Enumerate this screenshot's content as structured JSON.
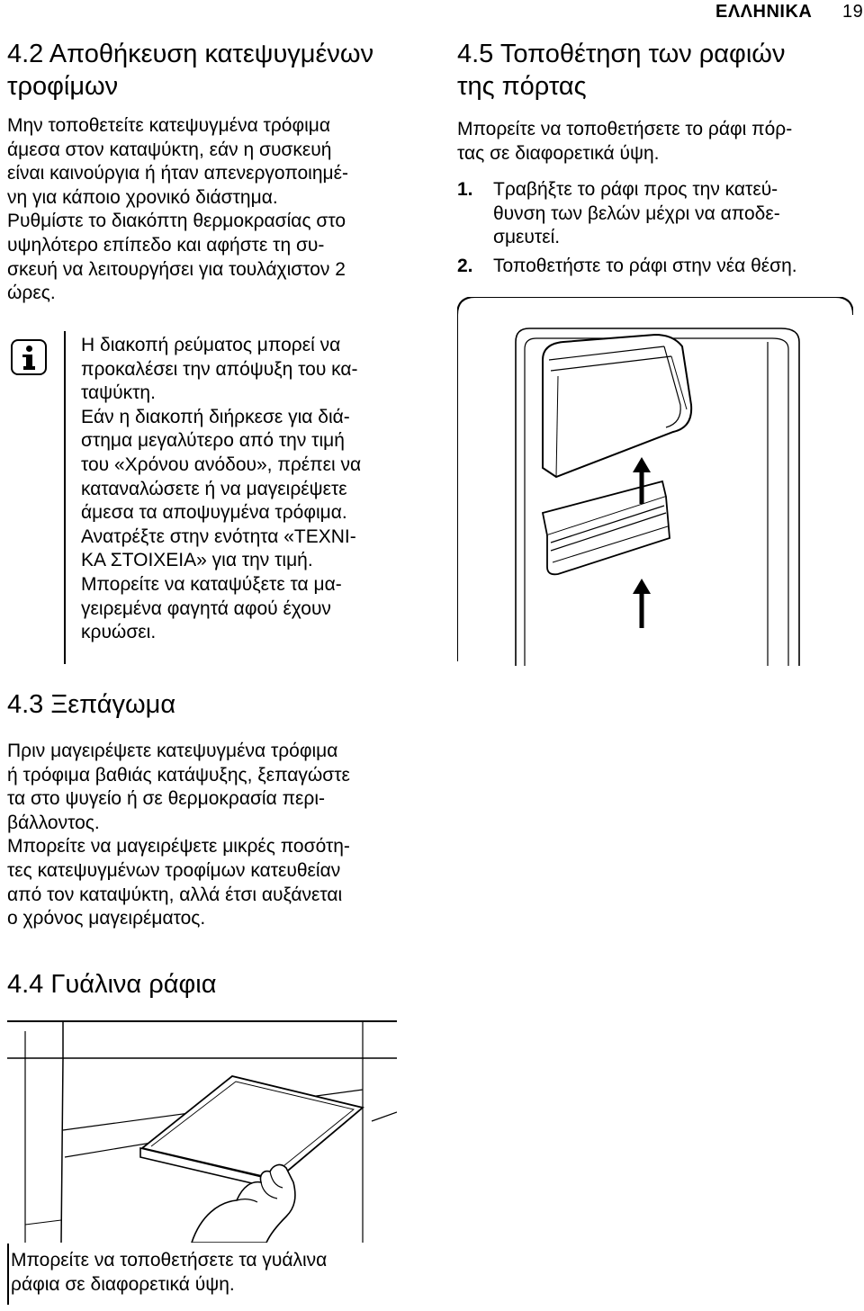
{
  "header": {
    "section": "ΕΛΛΗΝΙΚΑ",
    "page_number": "19"
  },
  "s42": {
    "title": [
      "4.2 Αποθήκευση κατεψυγμένων",
      "τροφίμων"
    ],
    "body": [
      "Μην τοποθετείτε κατεψυγμένα τρόφιμα",
      "άμεσα στον καταψύκτη, εάν η συσκευή",
      "είναι καινούργια ή ήταν απενεργοποιημέ-",
      "νη για κάποιο χρονικό διάστημα.",
      "Ρυθμίστε το διακόπτη θερμοκρασίας στο",
      "υψηλότερο επίπεδο και αφήστε τη συ-",
      "σκευή να λειτουργήσει για τουλάχιστον 2",
      "ώρες."
    ],
    "info": {
      "icon": "info-icon",
      "lines": [
        "Η διακοπή ρεύματος μπορεί να",
        "προκαλέσει την απόψυξη του κα-",
        "ταψύκτη.",
        "Εάν η διακοπή διήρκεσε για διά-",
        "στημα μεγαλύτερο από την τιμή",
        "του «Χρόνου ανόδου», πρέπει να",
        "καταναλώσετε ή να μαγειρέψετε",
        "άμεσα τα αποψυγμένα τρόφιμα.",
        "Ανατρέξτε στην ενότητα «ΤΕΧΝΙ-",
        "ΚΑ ΣΤΟΙΧΕΙΑ» για την τιμή.",
        "Μπορείτε να καταψύξετε τα μα-",
        "γειρεμένα φαγητά αφού έχουν",
        "κρυώσει."
      ]
    }
  },
  "s43": {
    "title": "4.3 Ξεπάγωμα",
    "body": [
      "Πριν μαγειρέψετε κατεψυγμένα τρόφιμα",
      "ή τρόφιμα βαθιάς κατάψυξης, ξεπαγώστε",
      "τα στο ψυγείο ή σε θερμοκρασία περι-",
      "βάλλοντος.",
      "Μπορείτε να μαγειρέψετε μικρές ποσότη-",
      "τες κατεψυγμένων τροφίμων κατευθείαν",
      "από τον καταψύκτη, αλλά έτσι αυξάνεται",
      "ο χρόνος μαγειρέματος."
    ]
  },
  "s44": {
    "title": "4.4 Γυάλινα ράφια",
    "caption": [
      "Μπορείτε να τοποθετήσετε τα γυάλινα",
      "ράφια σε διαφορετικά ύψη."
    ]
  },
  "s45": {
    "title": [
      "4.5 Τοποθέτηση των ραφιών",
      "της πόρτας"
    ],
    "intro": [
      "Μπορείτε να τοποθετήσετε το ράφι πόρ-",
      "τας σε διαφορετικά ύψη."
    ],
    "steps": [
      {
        "num": "1.",
        "lines": [
          "Τραβήξτε το ράφι προς την κατεύ-",
          "θυνση των βελών μέχρι να αποδε-",
          "σμευτεί."
        ]
      },
      {
        "num": "2.",
        "lines": [
          "Τοποθετήστε το ράφι στην νέα θέση."
        ]
      }
    ]
  }
}
